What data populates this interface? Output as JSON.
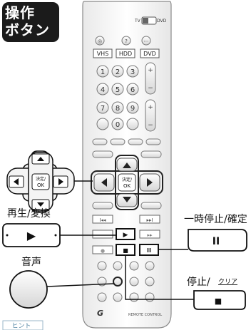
{
  "badge": {
    "line1": "操作",
    "line2": "ボタン"
  },
  "remote": {
    "tv_label": "TV",
    "dvd_label": "DVD",
    "top_row": [
      "◎",
      "?",
      "⋯"
    ],
    "source_buttons": [
      "VHS",
      "HDD",
      "DVD"
    ],
    "number_keys": [
      "1",
      "2",
      "3",
      "4",
      "5",
      "6",
      "7",
      "8",
      "9",
      "0"
    ],
    "side_plus_1": "+",
    "side_minus_1": "−",
    "side_plus_2": "+",
    "side_minus_2": "−",
    "ok_label_1": "決定/",
    "ok_label_2": "OK",
    "skip_back": "I◂◂",
    "skip_fwd": "▸▸I",
    "play_glyph": "▶",
    "ff_glyph": "▸▸",
    "rec_glyph": "●",
    "stop_glyph": "■",
    "pause_glyph": "II",
    "brand": "G",
    "brand_text": "REMOTE CONTROL"
  },
  "callouts": {
    "play": {
      "label": "再生/変換",
      "glyph": "▶"
    },
    "pause": {
      "label": "一時停止/確定",
      "glyph": "II"
    },
    "audio": {
      "label": "音声"
    },
    "stop": {
      "label_main": "停止/",
      "label_sub": "クリア",
      "glyph": "■"
    }
  },
  "dpad_large": {
    "ok_1": "決定/",
    "ok_2": "OK"
  },
  "hint": {
    "label": "ヒント"
  }
}
